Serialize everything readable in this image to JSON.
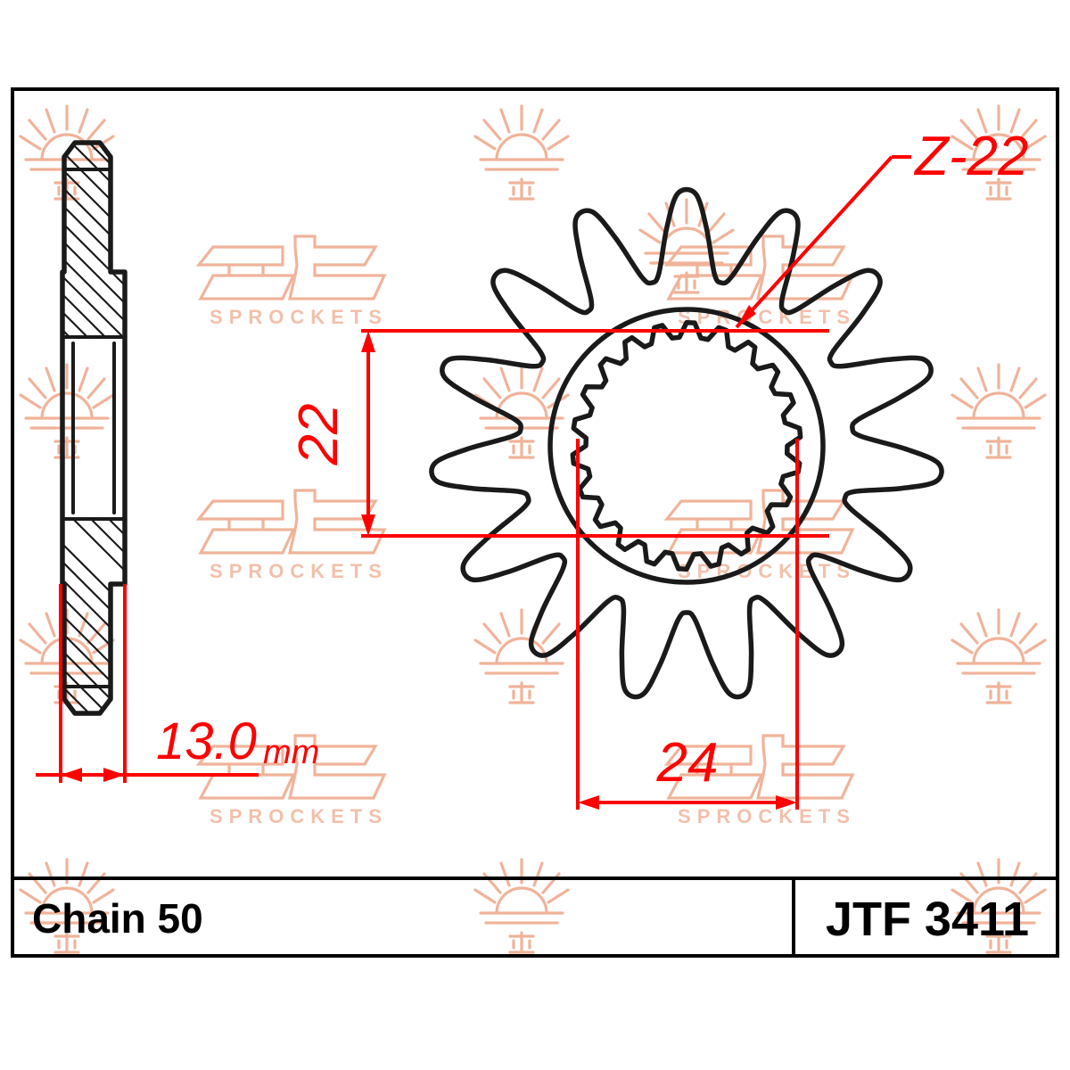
{
  "drawing": {
    "title_part_number": "JTF 3411",
    "chain_label": "Chain 50",
    "labels": {
      "spline_callout": "Z-22",
      "dim_teeth_span": "22",
      "dim_bore_width": "24",
      "dim_thickness": "13.0",
      "dim_thickness_unit": "mm"
    },
    "watermark": {
      "brand": "JT",
      "brand_sub": "SPROCKETS",
      "sun_mark_name": "rising-sun-mark"
    },
    "colors": {
      "dimension_red": "#fe0000",
      "outline_black": "#1a1a1a",
      "watermark_peach": "#f2c0ab",
      "frame_black": "#000000",
      "paper_white": "#ffffff"
    },
    "views": {
      "section_view_name": "side-section-view",
      "front_view_name": "front-sprocket-view"
    },
    "geometry": {
      "tooth_count": 15,
      "spline_tooth_count": 22
    }
  }
}
